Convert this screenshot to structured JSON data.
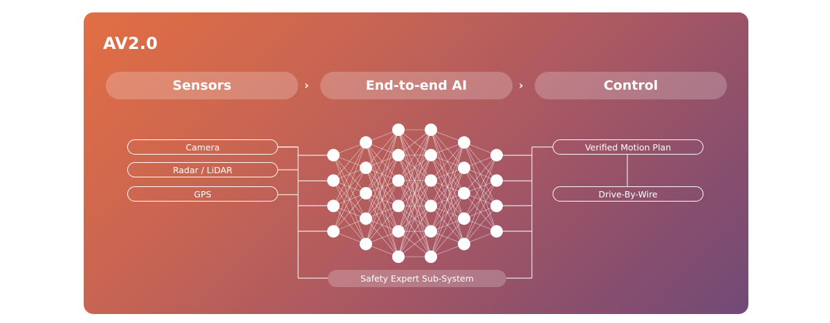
{
  "title": "AV2.0",
  "pipeline": {
    "stages": [
      "Sensors",
      "End-to-end AI",
      "Control"
    ],
    "separator": "›"
  },
  "inputs": [
    "Camera",
    "Radar / LiDAR",
    "GPS"
  ],
  "outputs": [
    "Verified Motion Plan",
    "Drive-By-Wire"
  ],
  "safety_label": "Safety Expert Sub-System",
  "network": {
    "layer_sizes": [
      4,
      5,
      6,
      6,
      5,
      4
    ]
  },
  "colors": {
    "gradient_start": "#e26e43",
    "gradient_end": "#714a78",
    "foreground": "#ffffff"
  }
}
